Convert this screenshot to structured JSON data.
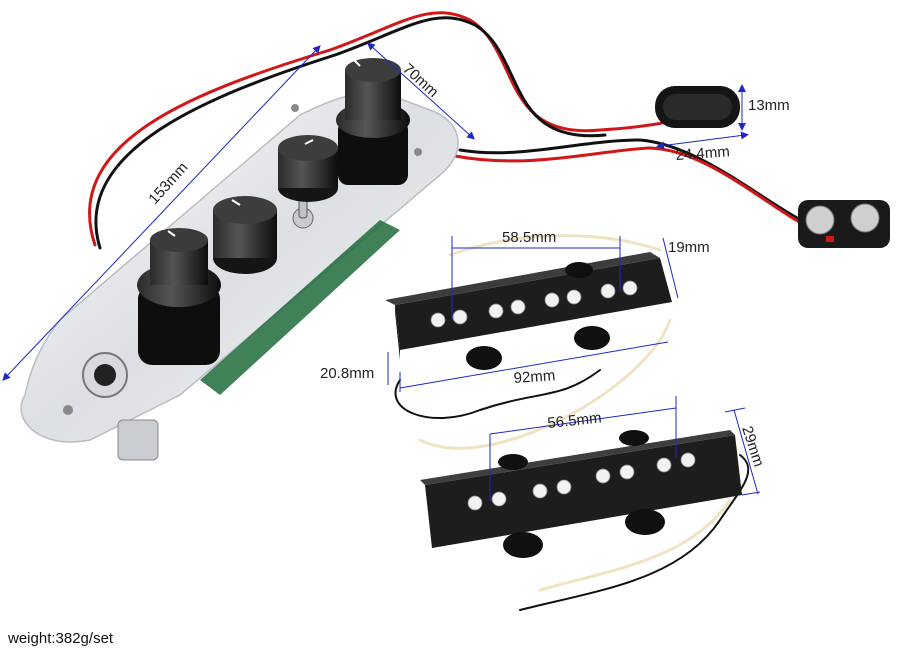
{
  "dimensions": {
    "plate_length": "153mm",
    "plate_width": "70mm",
    "battery_height": "13mm",
    "battery_width": "24.4mm",
    "neck_pole_spacing": "58.5mm",
    "neck_height": "19mm",
    "neck_width": "20.8mm",
    "neck_length": "92mm",
    "bridge_pole_spacing": "56.5mm",
    "bridge_height": "29mm"
  },
  "weight_label": "weight:382g/set",
  "colors": {
    "dimension_line": "#1e28c8",
    "wire_red": "#d01818",
    "wire_black": "#111111",
    "chrome": "#e9ecef",
    "pickup_body": "#2a2a2a",
    "pole_piece": "#f2f2f2"
  }
}
